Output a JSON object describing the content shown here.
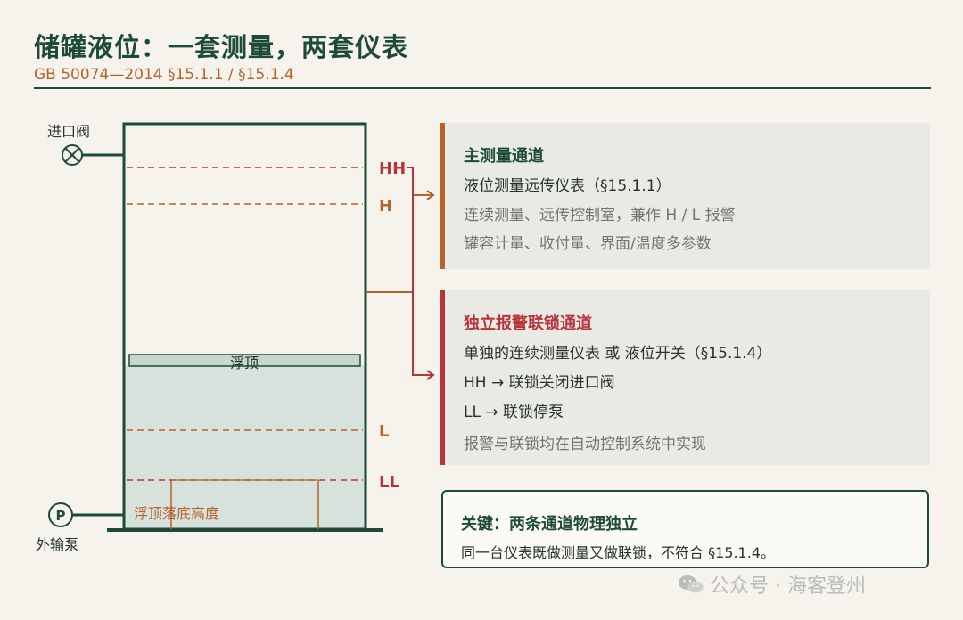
{
  "header": {
    "title": "储罐液位：一套测量，两套仪表",
    "subtitle": "GB 50074—2014  §15.1.1 / §15.1.4"
  },
  "diagram": {
    "inlet_valve_label": "进口阀",
    "pump_label": "外输泵",
    "pump_symbol": "P",
    "float_roof_label": "浮顶",
    "float_landing_label": "浮顶落底高度",
    "levels": {
      "hh": "HH",
      "h": "H",
      "l": "L",
      "ll": "LL"
    }
  },
  "main_channel": {
    "heading": "主测量通道",
    "line1": "液位测量远传仪表（§15.1.1）",
    "line2": "连续测量、远传控制室，兼作 H / L 报警",
    "line3": "罐容计量、收付量、界面/温度多参数"
  },
  "alarm_channel": {
    "heading": "独立报警联锁通道",
    "line1": "单独的连续测量仪表 或 液位开关（§15.1.4）",
    "line2": "HH → 联锁关闭进口阀",
    "line3": "LL → 联锁停泵",
    "line4": "报警与联锁均在自动控制系统中实现"
  },
  "key_box": {
    "title": "关键：两条通道物理独立",
    "text": "同一台仪表既做测量又做联锁，不符合 §15.1.4。"
  },
  "watermark": {
    "text": "公众号 · 海客登州",
    "icon": "wechat-icon"
  },
  "colors": {
    "dark_green": "#1e4a3a",
    "orange": "#b8622a",
    "red": "#b8343a",
    "liquid": "#d7e2dc",
    "panel_bg": "#e8eae3"
  }
}
